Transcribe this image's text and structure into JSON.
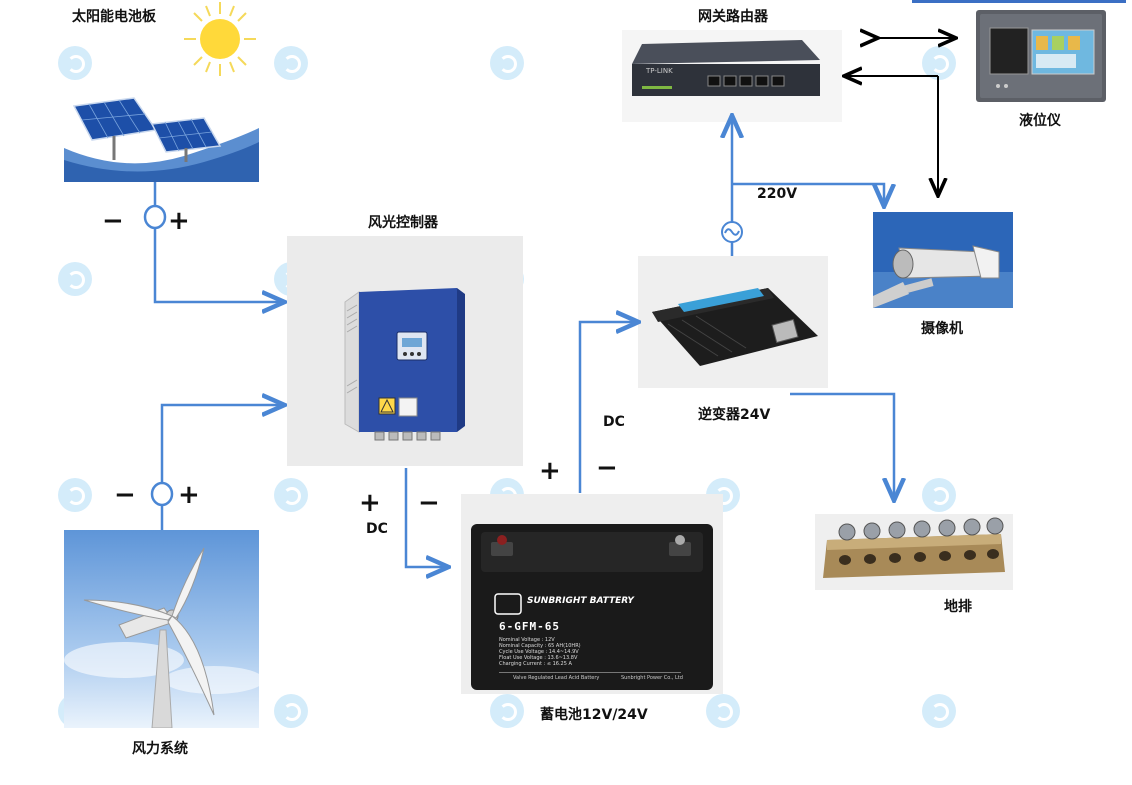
{
  "diagram": {
    "nodes": {
      "solar_panel": {
        "label": "太阳能电池板"
      },
      "controller": {
        "label": "风光控制器"
      },
      "wind_system": {
        "label": "风力系统"
      },
      "battery": {
        "label": "蓄电池12V/24V",
        "brand_text": "SUNBRIGHT BATTERY",
        "model_text": "6-GFM-65",
        "footer_left": "Valve Regulated Lead Acid Battery",
        "footer_right": "Sunbright Power Co., Ltd",
        "specs": [
          "Nominal Voltage : 12V",
          "Nominal Capacity : 65 AH(10HR)",
          "Cycle Use Voltage : 14.4~14.9V",
          "Float Use Voltage : 13.6~13.8V",
          "Charging Current : ≤ 16.25 A"
        ]
      },
      "inverter": {
        "label": "逆变器24V"
      },
      "router": {
        "label": "网关路由器",
        "brand_text": "TP-LINK"
      },
      "level_meter": {
        "label": "液位仪"
      },
      "camera": {
        "label": "摄像机"
      },
      "ground_bar": {
        "label": "地排"
      }
    },
    "edge_labels": {
      "dc_left": "DC",
      "dc_right": "DC",
      "ac_220v": "220V"
    },
    "polarity": {
      "plus": "+",
      "minus": "−"
    },
    "watermark": "亿图图示",
    "colors": {
      "wire": "#4a86d4",
      "link": "#000000",
      "panel_blue": "#2a4a9c",
      "controller_blue": "#2d4fa8"
    }
  }
}
